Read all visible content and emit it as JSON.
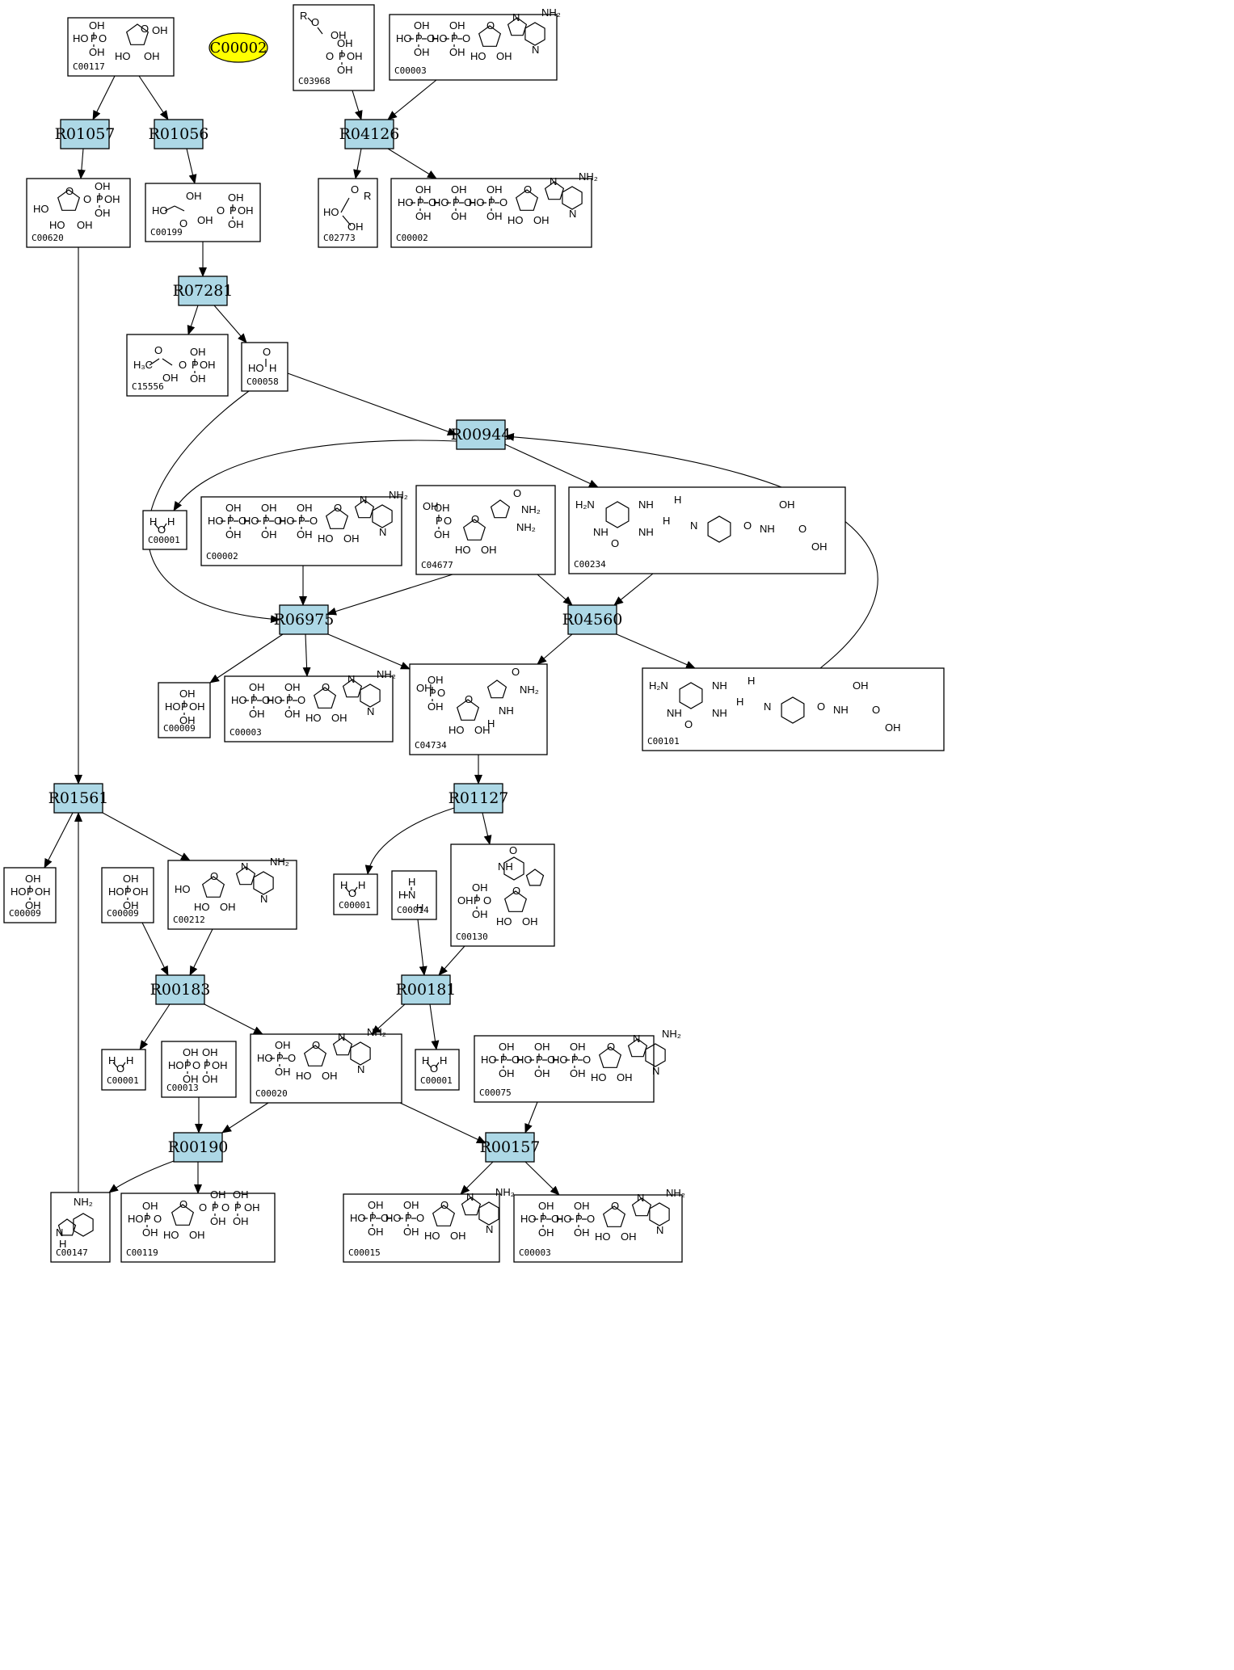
{
  "highlight": {
    "id": "C00002",
    "color": "#ffff00"
  },
  "colors": {
    "reaction_fill": "#add8e6",
    "compound_fill": "#ffffff",
    "stroke": "#000000"
  },
  "reactions": [
    {
      "key": "R01057",
      "label": "R01057"
    },
    {
      "key": "R01056",
      "label": "R01056"
    },
    {
      "key": "R04126",
      "label": "R04126"
    },
    {
      "key": "R07281",
      "label": "R07281"
    },
    {
      "key": "R00944",
      "label": "R00944"
    },
    {
      "key": "R06975",
      "label": "R06975"
    },
    {
      "key": "R04560",
      "label": "R04560"
    },
    {
      "key": "R01561",
      "label": "R01561"
    },
    {
      "key": "R01127",
      "label": "R01127"
    },
    {
      "key": "R00183",
      "label": "R00183"
    },
    {
      "key": "R00181",
      "label": "R00181"
    },
    {
      "key": "R00190",
      "label": "R00190"
    },
    {
      "key": "R00157",
      "label": "R00157"
    }
  ],
  "compounds": [
    {
      "key": "c00117",
      "id": "C00117",
      "structure": "ribose-5-phosphate"
    },
    {
      "key": "c03968",
      "id": "C03968",
      "structure": "acyl-glycerol-phosphate"
    },
    {
      "key": "c00003a",
      "id": "C00003",
      "structure": "nad"
    },
    {
      "key": "c00620",
      "id": "C00620",
      "structure": "ribose-1-phosphate"
    },
    {
      "key": "c00199",
      "id": "C00199",
      "structure": "ribulose-5-phosphate"
    },
    {
      "key": "c02773",
      "id": "C02773",
      "structure": "acyl-glycerol"
    },
    {
      "key": "c00002a",
      "id": "C00002",
      "structure": "atp"
    },
    {
      "key": "c15556",
      "id": "C15556",
      "structure": "dihydroxybutanone-phosphate"
    },
    {
      "key": "c00058",
      "id": "C00058",
      "structure": "formate"
    },
    {
      "key": "c00001a",
      "id": "C00001",
      "structure": "water"
    },
    {
      "key": "c00002b",
      "id": "C00002",
      "structure": "atp"
    },
    {
      "key": "c04677",
      "id": "C04677",
      "structure": "aicar"
    },
    {
      "key": "c00234",
      "id": "C00234",
      "structure": "formyl-thf"
    },
    {
      "key": "c00009a",
      "id": "C00009",
      "structure": "phosphate"
    },
    {
      "key": "c00003b",
      "id": "C00003",
      "structure": "nad"
    },
    {
      "key": "c04734",
      "id": "C04734",
      "structure": "faicar"
    },
    {
      "key": "c00101",
      "id": "C00101",
      "structure": "thf"
    },
    {
      "key": "c00009b",
      "id": "C00009",
      "structure": "phosphate"
    },
    {
      "key": "c00212",
      "id": "C00212",
      "structure": "adenosine"
    },
    {
      "key": "c00009c",
      "id": "C00009",
      "structure": "phosphate"
    },
    {
      "key": "c00001b",
      "id": "C00001",
      "structure": "water"
    },
    {
      "key": "c00014",
      "id": "C00014",
      "structure": "ammonia"
    },
    {
      "key": "c00130",
      "id": "C00130",
      "structure": "imp"
    },
    {
      "key": "c00001c",
      "id": "C00001",
      "structure": "water"
    },
    {
      "key": "c00013",
      "id": "C00013",
      "structure": "diphosphate"
    },
    {
      "key": "c00020",
      "id": "C00020",
      "structure": "amp"
    },
    {
      "key": "c00001d",
      "id": "C00001",
      "structure": "water"
    },
    {
      "key": "c00075",
      "id": "C00075",
      "structure": "utp"
    },
    {
      "key": "c00147",
      "id": "C00147",
      "structure": "adenine"
    },
    {
      "key": "c00119",
      "id": "C00119",
      "structure": "prpp"
    },
    {
      "key": "c00015",
      "id": "C00015",
      "structure": "udp"
    },
    {
      "key": "c00003c",
      "id": "C00003",
      "structure": "nad"
    }
  ],
  "chem_labels": {
    "OH": "OH",
    "HO": "HO",
    "P": "P",
    "O": "O",
    "R": "R",
    "H": "H",
    "N": "N",
    "NH": "NH",
    "NH2": "NH₂",
    "H2N": "H₂N",
    "H3C": "H₃C",
    "NH3": "H–N–H"
  }
}
